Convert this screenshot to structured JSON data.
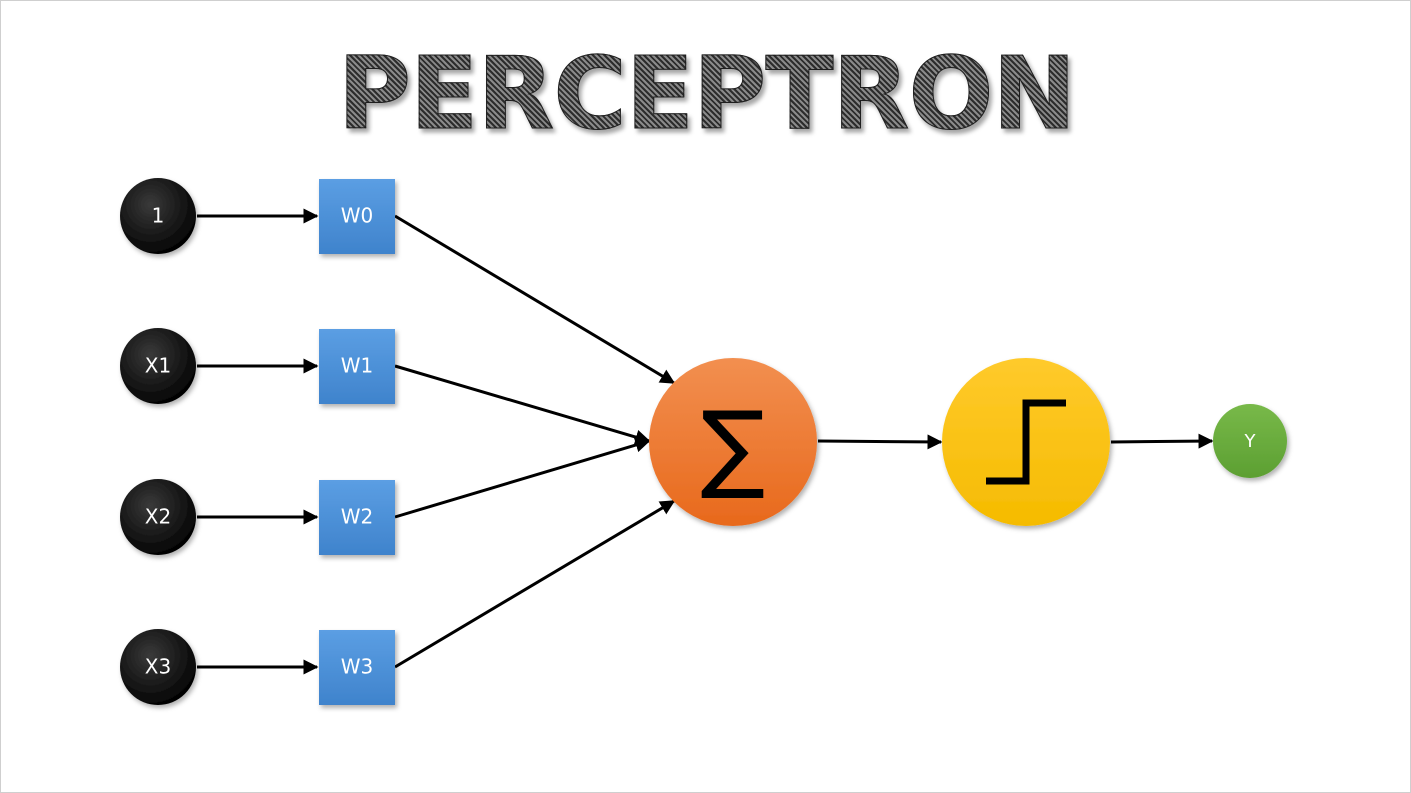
{
  "title": "PERCEPTRON",
  "inputs": [
    "1",
    "X1",
    "X2",
    "X3"
  ],
  "weights": [
    "W0",
    "W1",
    "W2",
    "W3"
  ],
  "sum_symbol": "∑",
  "output": "Y",
  "colors": {
    "input_node": "#000000",
    "weight_box": "#4a90d9",
    "sum_node": "#f07a2e",
    "activation_node": "#ffc20e",
    "output_node": "#6aad3d",
    "edge": "#000000"
  }
}
